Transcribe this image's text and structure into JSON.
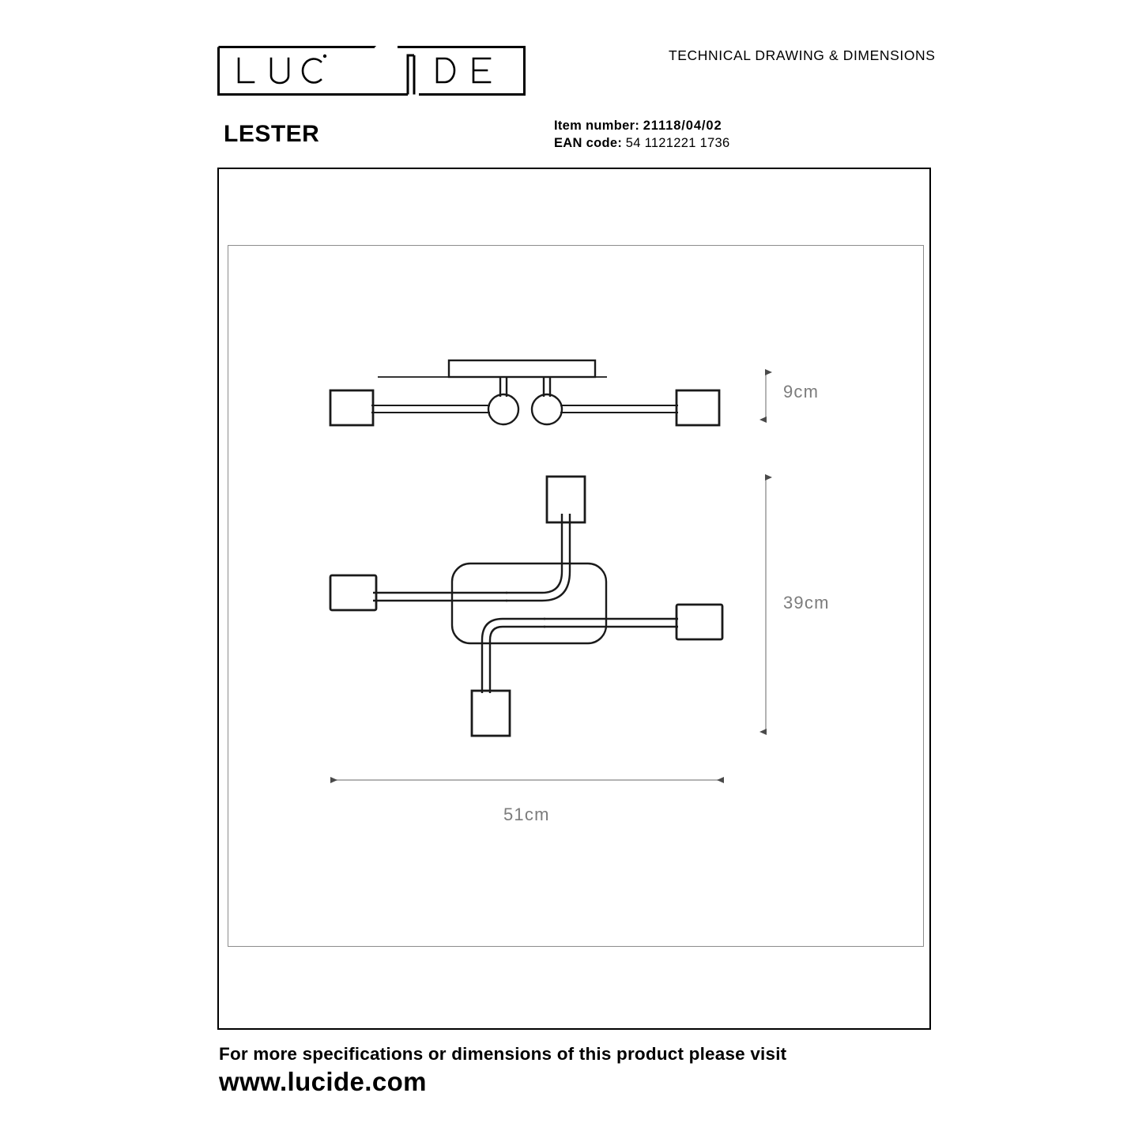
{
  "header": {
    "logo_text": "LUCIDE",
    "logo_letters": [
      "L",
      "U",
      "C",
      "D",
      "E"
    ],
    "subtitle": "TECHNICAL DRAWING & DIMENSIONS"
  },
  "product": {
    "name": "LESTER",
    "item_number_label": "Item number:",
    "item_number_value": "21118/04/02",
    "ean_label": "EAN code",
    "ean_separator": ":",
    "ean_value": "54 1121221 1736"
  },
  "dimensions": {
    "height": "9cm",
    "depth": "39cm",
    "width": "51cm"
  },
  "footer": {
    "line1": "For more specifications or dimensions of this product please visit",
    "line2": "www.lucide.com"
  },
  "colors": {
    "ink": "#000000",
    "frame_outer": "#000000",
    "frame_inner": "#8d8d8d",
    "dimension_gray": "#7c7c7c",
    "dimension_line": "#9a9a9a"
  },
  "chart_data": {
    "type": "table",
    "title": "LESTER technical drawing",
    "views": [
      {
        "name": "side-view",
        "description": "Ceiling plate with two ball joints and two horizontal arms ending in cylindrical lamp heads",
        "measured_dimension": "9cm"
      },
      {
        "name": "top-view",
        "description": "Rounded rectangular base plate with four arms radiating to four lamp heads",
        "measured_dimensions": [
          "39cm",
          "51cm"
        ]
      }
    ],
    "values": [
      9,
      39,
      51
    ],
    "categories": [
      "height",
      "depth",
      "width"
    ],
    "units": "cm"
  }
}
